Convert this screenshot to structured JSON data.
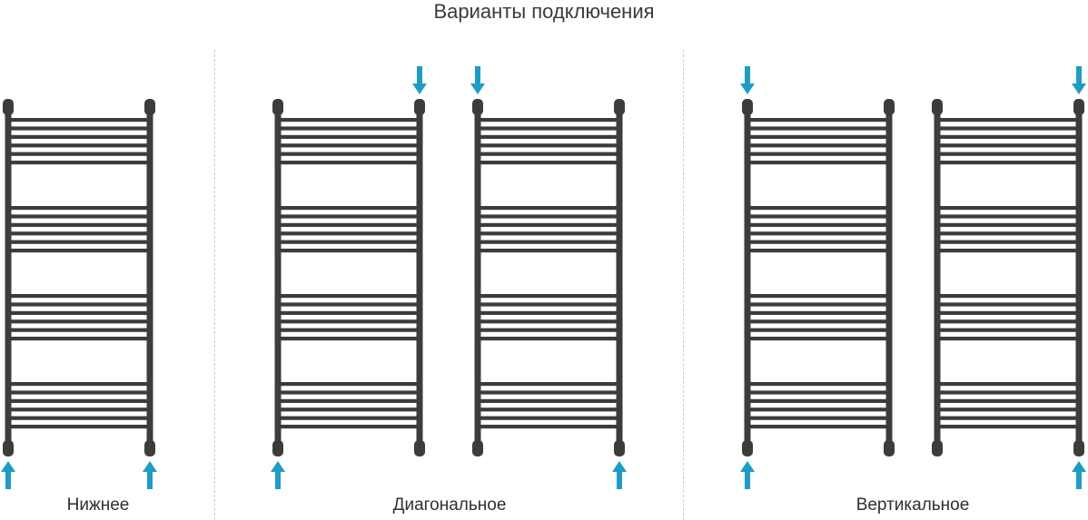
{
  "title": "Варианты подключения",
  "colors": {
    "rail": "#3c3c3c",
    "arrow": "#1f9cc4",
    "divider": "#cfcfcf",
    "title_text": "#3a3a3a",
    "label_text": "#2f2f2f"
  },
  "sections": [
    {
      "label": "Нижнее",
      "radiators": [
        {
          "inlets": [
            {
              "side": "left",
              "end": "bottom",
              "direction": "up"
            },
            {
              "side": "right",
              "end": "bottom",
              "direction": "up"
            }
          ]
        }
      ]
    },
    {
      "label": "Диагональное",
      "radiators": [
        {
          "inlets": [
            {
              "side": "right",
              "end": "top",
              "direction": "down"
            },
            {
              "side": "left",
              "end": "bottom",
              "direction": "up"
            }
          ]
        },
        {
          "inlets": [
            {
              "side": "left",
              "end": "top",
              "direction": "down"
            },
            {
              "side": "right",
              "end": "bottom",
              "direction": "up"
            }
          ]
        }
      ]
    },
    {
      "label": "Вертикальное",
      "radiators": [
        {
          "inlets": [
            {
              "side": "left",
              "end": "top",
              "direction": "down"
            },
            {
              "side": "left",
              "end": "bottom",
              "direction": "up"
            }
          ]
        },
        {
          "inlets": [
            {
              "side": "right",
              "end": "top",
              "direction": "down"
            },
            {
              "side": "right",
              "end": "bottom",
              "direction": "up"
            }
          ]
        }
      ]
    }
  ],
  "rail_groups": 4,
  "bars_per_group": 6
}
